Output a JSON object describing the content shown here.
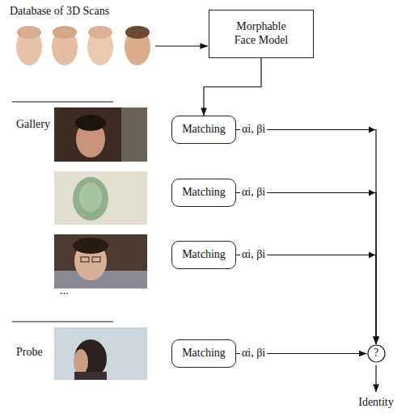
{
  "diagram": {
    "nodes": [
      {
        "text": [
          "Morphable Face Model"
        ]
      },
      {
        "text": [
          "Matching"
        ]
      },
      {
        "text": [
          "Matching"
        ]
      },
      {
        "text": [
          "Matching"
        ]
      },
      {
        "text": [
          "Matching"
        ]
      },
      {
        "text": [
          "?"
        ]
      }
    ],
    "edges": [
      {
        "from": 0,
        "to": 1,
        "arrow": "to"
      },
      {
        "from": 1,
        "to": 5,
        "arrow": "to"
      },
      {
        "from": 2,
        "to": 5,
        "arrow": "to"
      },
      {
        "from": 3,
        "to": 5,
        "arrow": "to"
      },
      {
        "from": 4,
        "to": 5,
        "arrow": "to"
      }
    ],
    "labels": [
      "Database of 3D Scans",
      "Gallery",
      "αi, βi",
      "αi, βi",
      "αi, βi",
      "...",
      "Probe",
      "αi, βi",
      "Identity"
    ]
  }
}
